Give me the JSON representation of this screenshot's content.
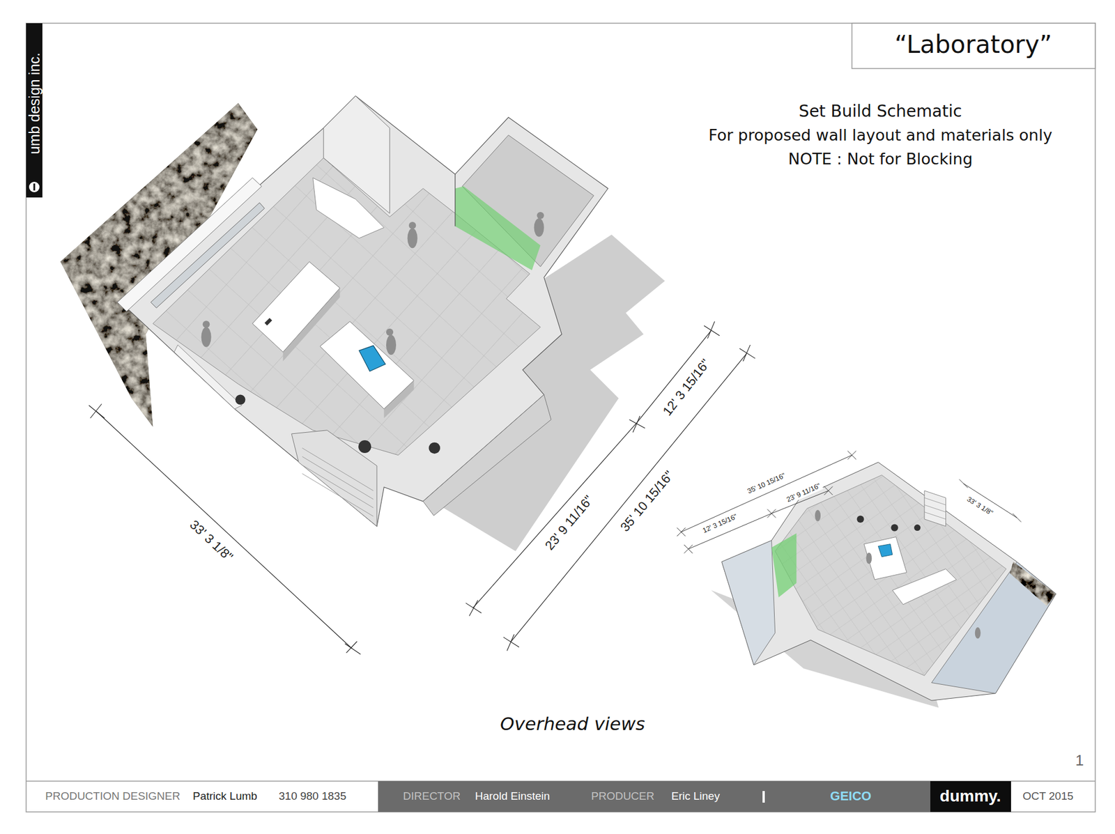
{
  "diagram": {
    "title": "“Laboratory”",
    "caption": "Overhead views",
    "labels": [
      "umb design inc.",
      "Set Build Schematic",
      "For proposed wall layout and materials only",
      "NOTE : Not for Blocking",
      "33' 3 1/8\"",
      "23' 9 11/16\"",
      "35' 10 15/16\"",
      "12' 3 15/16\"",
      "35' 10 15/16\"",
      "23' 9 11/16\"",
      "12' 3 15/16\"",
      "33' 3 1/8\"",
      "1",
      "PRODUCTION DESIGNER",
      "Patrick Lumb",
      "310 980 1835",
      "DIRECTOR",
      "Harold Einstein",
      "PRODUCER",
      "Eric Liney",
      "GEICO",
      "dummy.",
      "OCT 2015"
    ]
  }
}
